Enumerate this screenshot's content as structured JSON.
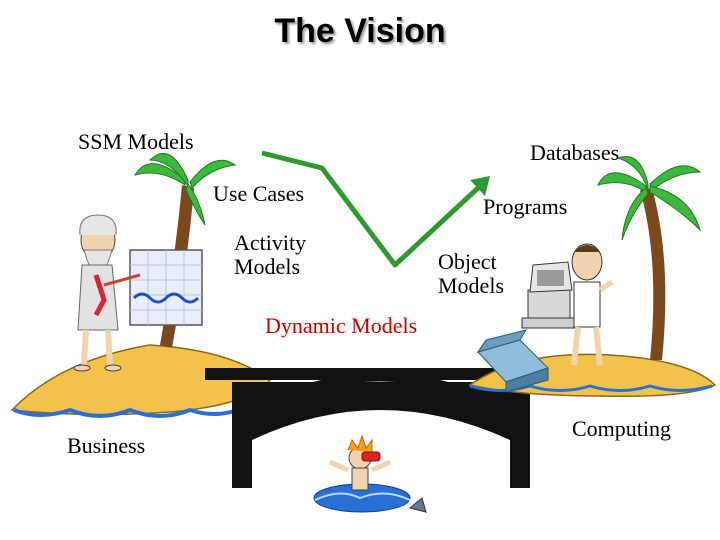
{
  "slide": {
    "title": "The Vision",
    "labels": {
      "ssm_models": "SSM Models",
      "databases": "Databases",
      "use_cases": "Use Cases",
      "programs": "Programs",
      "activity_models": "Activity Models",
      "object_models": "Object Models",
      "dynamic_models": "Dynamic Models",
      "business": "Business",
      "computing": "Computing"
    },
    "colors": {
      "arrow": "#2e9a2e",
      "dynamic_models_text": "#cc0000",
      "sand": "#f2c24a",
      "water": "#2a6fd6",
      "palm_leaf": "#3cb93c",
      "trunk": "#7a4a1e",
      "bridge": "#111111"
    }
  }
}
